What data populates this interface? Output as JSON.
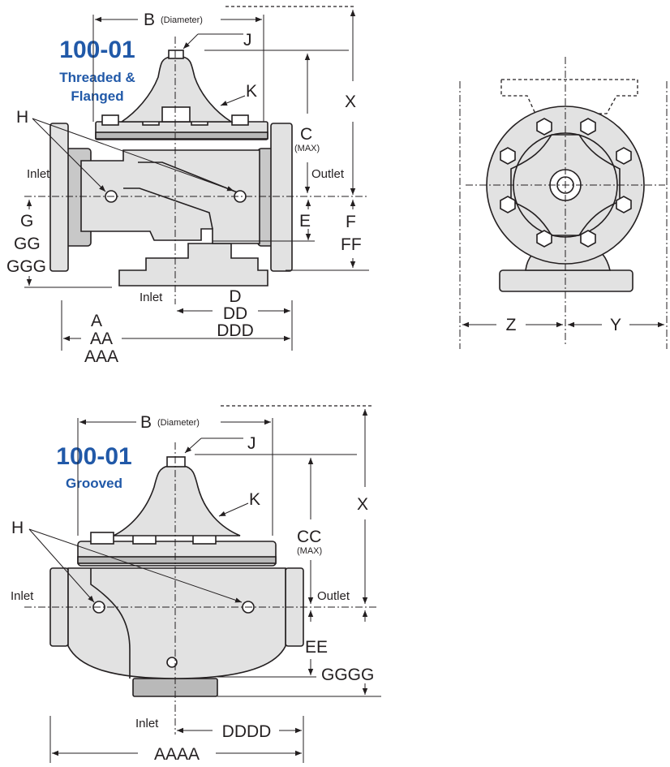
{
  "threaded": {
    "title": "100-01",
    "subtitle_line1": "Threaded &",
    "subtitle_line2": "Flanged",
    "dims": {
      "B": "B",
      "diameter": "(Diameter)",
      "J": "J",
      "K": "K",
      "H": "H",
      "X": "X",
      "C": "C",
      "max": "(MAX)",
      "inlet": "Inlet",
      "outlet": "Outlet",
      "G": "G",
      "GG": "GG",
      "GGG": "GGG",
      "E": "E",
      "F": "F",
      "FF": "FF",
      "A": "A",
      "AA": "AA",
      "AAA": "AAA",
      "inlet_bottom": "Inlet",
      "D": "D",
      "DD": "DD",
      "DDD": "DDD"
    }
  },
  "end_view": {
    "dims": {
      "Z": "Z",
      "Y": "Y"
    }
  },
  "grooved": {
    "title": "100-01",
    "subtitle": "Grooved",
    "dims": {
      "B": "B",
      "diameter": "(Diameter)",
      "J": "J",
      "K": "K",
      "H": "H",
      "X": "X",
      "CC": "CC",
      "max": "(MAX)",
      "inlet": "Inlet",
      "outlet": "Outlet",
      "EE": "EE",
      "GGGG": "GGGG",
      "inlet_bottom": "Inlet",
      "DDDD": "DDDD",
      "AAAA": "AAAA"
    }
  },
  "colors": {
    "title_blue": "#2159a8",
    "line": "#231f20",
    "body_fill": "#e2e2e2"
  }
}
